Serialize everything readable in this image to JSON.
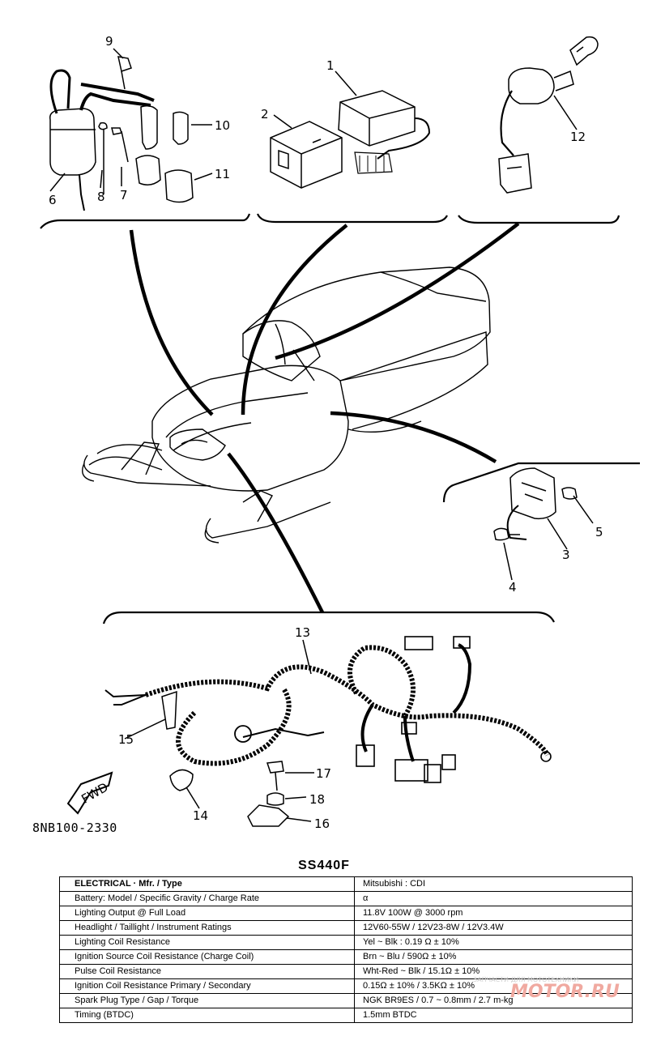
{
  "diagram": {
    "callouts": [
      "1",
      "2",
      "3",
      "4",
      "5",
      "6",
      "7",
      "8",
      "9",
      "10",
      "11",
      "12",
      "13",
      "14",
      "15",
      "16",
      "17",
      "18"
    ],
    "part_code": "8NB100-2330",
    "fwd_label": "FWD"
  },
  "spec_table": {
    "title": "SS440F",
    "rows": [
      {
        "label": "ELECTRICAL · Mfr. / Type",
        "value": "Mitsubishi : CDI"
      },
      {
        "label": "Battery: Model / Specific Gravity / Charge Rate",
        "value": "α"
      },
      {
        "label": "Lighting Output @ Full Load",
        "value": "11.8V 100W @ 3000 rpm"
      },
      {
        "label": "Headlight / Taillight / Instrument Ratings",
        "value": "12V60-55W / 12V23-8W / 12V3.4W"
      },
      {
        "label": "Lighting Coil Resistance",
        "value": "Yel ~ Blk : 0.19 Ω ± 10%"
      },
      {
        "label": "Ignition Source Coil Resistance (Charge Coil)",
        "value": "Brn ~ Blu / 590Ω ± 10%"
      },
      {
        "label": "Pulse Coil Resistance",
        "value": "Wht-Red ~ Blk / 15.1Ω ± 10%"
      },
      {
        "label": "Ignition Coil Resistance Primary / Secondary",
        "value": "0.15Ω ± 10% / 3.5KΩ ± 10%"
      },
      {
        "label": "Spark Plug Type / Gap / Torque",
        "value": "NGK BR9ES / 0.7 ~ 0.8mm / 2.7 m-kg"
      },
      {
        "label": "Timing (BTDC)",
        "value": "1.5mm BTDC"
      }
    ]
  },
  "watermark": {
    "text": "MOTOR.RU",
    "subtext": "ЗАПЧАСТИ ДЛЯ МОТОТЕХНИКИ"
  }
}
